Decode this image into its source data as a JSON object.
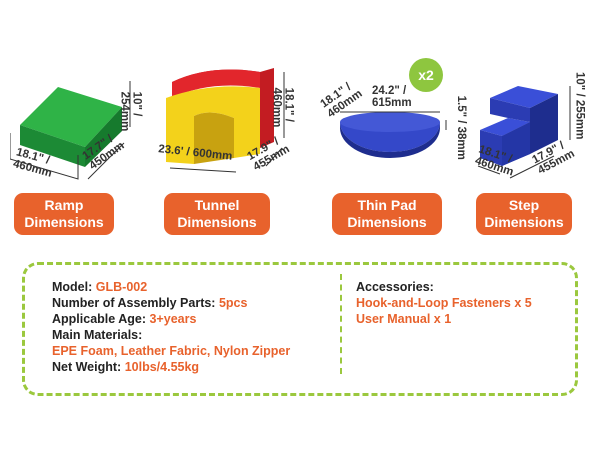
{
  "products": [
    {
      "label_line1": "Ramp",
      "label_line2": "Dimensions",
      "height": "10\" /",
      "height2": "254mm",
      "width": "18.1\" /",
      "width2": "460mm",
      "depth": "17.7\" /",
      "depth2": "450mm",
      "color_main": "#1f9a3a"
    },
    {
      "label_line1": "Tunnel",
      "label_line2": "Dimensions",
      "height": "18.1\" /",
      "height2": "460mm",
      "width": "23.6' / 600mm",
      "depth": "17.9\" /",
      "depth2": "455mm",
      "color_main": "#e2262c",
      "color_accent": "#f3d21b"
    },
    {
      "label_line1": "Thin Pad",
      "label_line2": "Dimensions",
      "badge": "x2",
      "radius": "18.1\" /",
      "radius2": "460mm",
      "diameter": "24.2\" /",
      "diameter2": "615mm",
      "thickness": "1.5\" / 38mm",
      "color_main": "#2d3fb8"
    },
    {
      "label_line1": "Step",
      "label_line2": "Dimensions",
      "height": "10\" / 255mm",
      "width": "18.1\" /",
      "width2": "460mm",
      "depth": "17.9\" /",
      "depth2": "455mm",
      "color_main": "#2d3fb8"
    }
  ],
  "specs": {
    "model_label": "Model:",
    "model_value": "GLB-002",
    "parts_label": "Number of Assembly Parts:",
    "parts_value": "5pcs",
    "age_label": "Applicable Age:",
    "age_value": "3+years",
    "materials_label": "Main Materials:",
    "materials_value": "EPE Foam, Leather Fabric, Nylon Zipper",
    "weight_label": "Net Weight:",
    "weight_value": "10lbs/4.55kg",
    "accessories_label": "Accessories:",
    "accessory_1": "Hook-and-Loop Fasteners x 5",
    "accessory_2": "User Manual x 1"
  },
  "colors": {
    "accent_orange": "#e8622c",
    "border_green": "#9bc83e",
    "badge_green": "#8ec63f"
  }
}
